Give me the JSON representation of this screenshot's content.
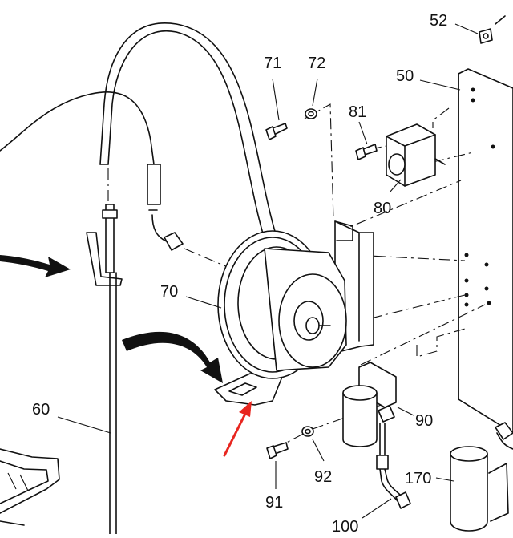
{
  "diagram": {
    "callouts": [
      {
        "id": "52",
        "label": "52"
      },
      {
        "id": "50",
        "label": "50"
      },
      {
        "id": "71",
        "label": "71"
      },
      {
        "id": "72",
        "label": "72"
      },
      {
        "id": "81",
        "label": "81"
      },
      {
        "id": "80",
        "label": "80"
      },
      {
        "id": "70",
        "label": "70"
      },
      {
        "id": "60",
        "label": "60"
      },
      {
        "id": "90",
        "label": "90"
      },
      {
        "id": "91",
        "label": "91"
      },
      {
        "id": "92",
        "label": "92"
      },
      {
        "id": "170",
        "label": "170"
      },
      {
        "id": "100",
        "label": "100"
      }
    ],
    "parts": [
      "hose-reel",
      "mounting-bracket",
      "mounting-panel",
      "switch-box",
      "hose",
      "wand",
      "filter",
      "tank"
    ],
    "colors": {
      "line": "#111111",
      "background": "#ffffff",
      "highlight_arrow": "#e8261f"
    }
  }
}
